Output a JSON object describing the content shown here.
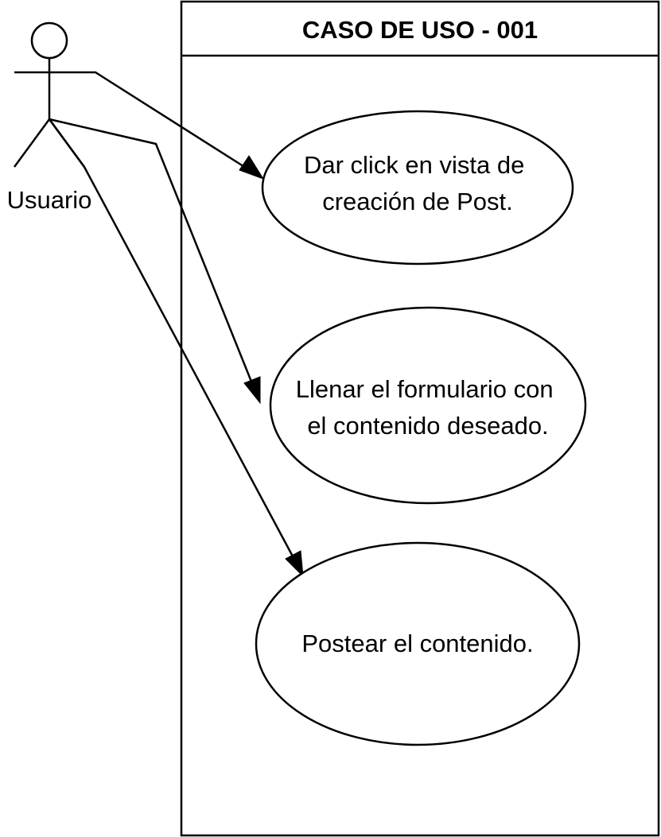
{
  "system": {
    "title": "CASO DE USO - 001"
  },
  "actor": {
    "name": "Usuario",
    "icon": "stick-figure-icon"
  },
  "use_cases": [
    {
      "lines": [
        "Dar click en vista de",
        "creación de Post."
      ]
    },
    {
      "lines": [
        "Llenar el formulario con",
        "el contenido deseado."
      ]
    },
    {
      "lines": [
        "Postear el contenido."
      ]
    }
  ],
  "relations": [
    {
      "from": "Usuario",
      "to_use_case": 1,
      "type": "association-arrow"
    },
    {
      "from": "Usuario",
      "to_use_case": 2,
      "type": "association-arrow"
    },
    {
      "from": "Usuario",
      "to_use_case": 3,
      "type": "association-arrow"
    }
  ]
}
